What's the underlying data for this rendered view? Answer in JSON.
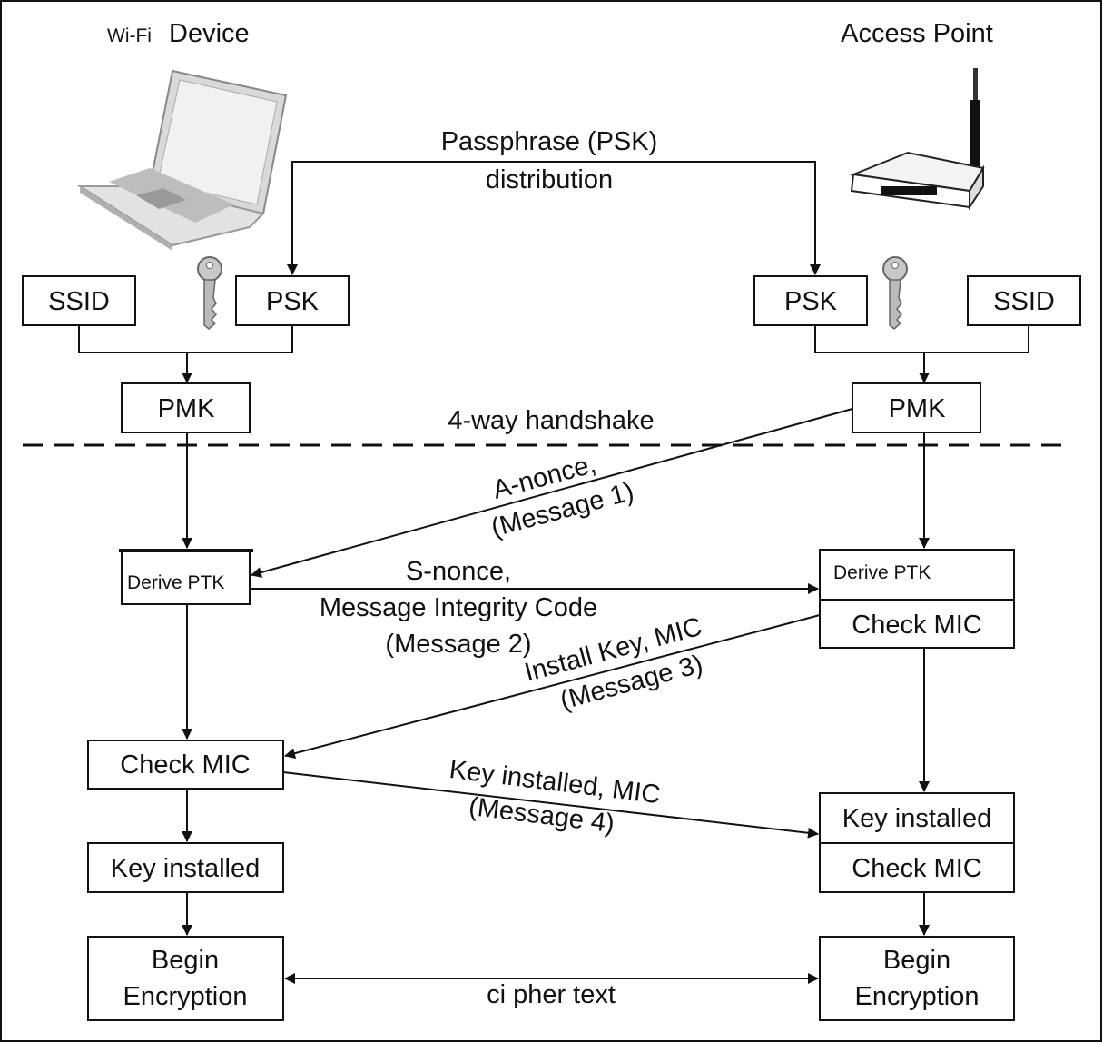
{
  "header": {
    "device_prefix": "Wi-Fi",
    "device_title": "Device",
    "ap_title": "Access Point"
  },
  "distribution": {
    "line1": "Passphrase (PSK)",
    "line2": "distribution"
  },
  "left": {
    "ssid": "SSID",
    "psk": "PSK",
    "pmk": "PMK",
    "derive_ptk": "Derive PTK",
    "check_mic": "Check MIC",
    "key_installed": "Key installed",
    "begin_line1": "Begin",
    "begin_line2": "Encryption"
  },
  "right": {
    "ssid": "SSID",
    "psk": "PSK",
    "pmk": "PMK",
    "derive_ptk": "Derive PTK",
    "check_mic_1": "Check MIC",
    "key_installed": "Key installed",
    "check_mic_2": "Check MIC",
    "begin_line1": "Begin",
    "begin_line2": "Encryption"
  },
  "handshake_label": "4-way handshake",
  "messages": {
    "m1_line1": "A-nonce,",
    "m1_line2": "(Message 1)",
    "m2_line1": "S-nonce,",
    "m2_line2": "Message Integrity Code",
    "m2_line3": "(Message 2)",
    "m3_line1": "Install Key, MIC",
    "m3_line2": "(Message 3)",
    "m4_line1": "Key installed, MIC",
    "m4_line2": "(Message 4)"
  },
  "cipher_text": "ci pher text",
  "icons": [
    "laptop-icon",
    "router-icon",
    "key-icon"
  ]
}
